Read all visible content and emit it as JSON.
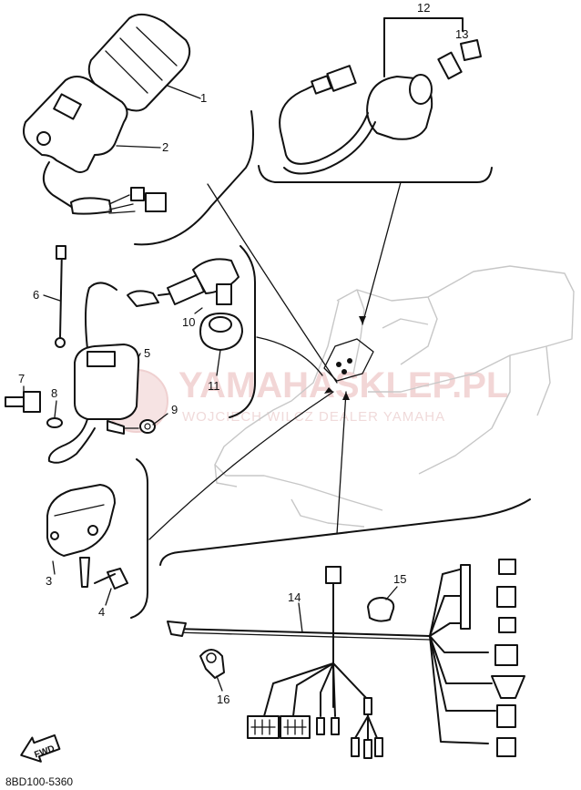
{
  "diagram": {
    "part_numbers": [
      "1",
      "2",
      "3",
      "4",
      "5",
      "6",
      "7",
      "8",
      "9",
      "10",
      "11",
      "12",
      "13",
      "14",
      "15",
      "16"
    ],
    "watermark": {
      "line1": "YAMAHASKLEP.PL",
      "line2": "WOJCIECH WILCZ  DEALER YAMAHA"
    },
    "footer_code": "8BD100-5360",
    "direction_label": "FWD"
  }
}
